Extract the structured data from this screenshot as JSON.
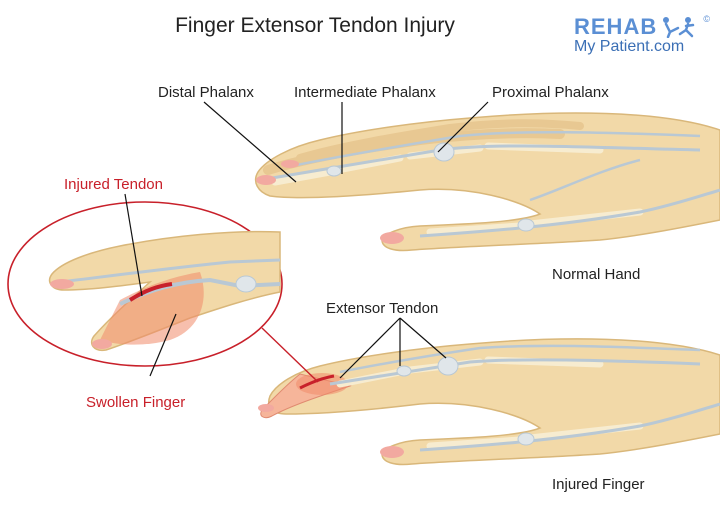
{
  "title": "Finger Extensor Tendon Injury",
  "logo": {
    "line1": "REHAB",
    "line2": "My Patient.com",
    "mark": "©",
    "icon": "exercising-figure-icon"
  },
  "labels": {
    "distal_phalanx": "Distal Phalanx",
    "intermediate_phalanx": "Intermediate Phalanx",
    "proximal_phalanx": "Proximal Phalanx",
    "normal_hand": "Normal Hand",
    "injured_tendon": "Injured Tendon",
    "extensor_tendon": "Extensor Tendon",
    "swollen_finger": "Swollen Finger",
    "injured_finger": "Injured Finger"
  },
  "colors": {
    "skin": "#f2d9a8",
    "skin_outline": "#d9b77a",
    "bone": "#f7ecd0",
    "tendon": "#b9c8d4",
    "nail": "#f2a9a0",
    "injury_red": "#c8202a",
    "swelling": "#f08a6a",
    "leader": "#111111"
  }
}
